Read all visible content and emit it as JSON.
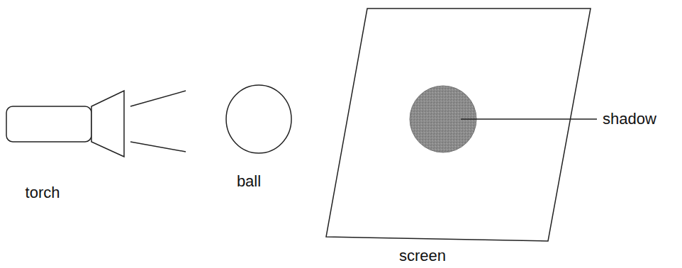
{
  "diagram": {
    "labels": [
      "torch",
      "ball",
      "screen",
      "shadow"
    ]
  }
}
